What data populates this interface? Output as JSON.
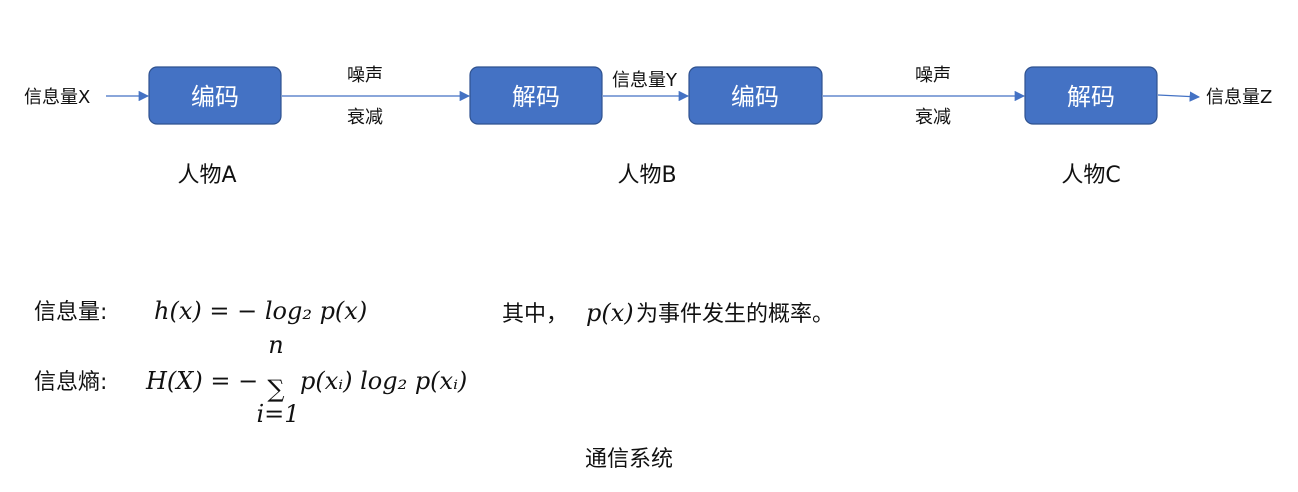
{
  "nodes": {
    "encode_a": "编码",
    "decode_b": "解码",
    "encode_b": "编码",
    "decode_c": "解码"
  },
  "signals": {
    "input_x": "信息量X",
    "mid_y": "信息量Y",
    "output_z": "信息量Z"
  },
  "channels": [
    {
      "noise": "噪声",
      "attenuation": "衰减"
    },
    {
      "noise": "噪声",
      "attenuation": "衰减"
    }
  ],
  "persons": [
    "人物A",
    "人物B",
    "人物C"
  ],
  "formulas": {
    "info_label": "信息量:",
    "info_lhs": "h(x) = − log₂ p(x)",
    "entropy_label": "信息熵:",
    "entropy_lhs": "H(X) = −",
    "entropy_sum_top": "n",
    "entropy_sum_symbol": "∑",
    "entropy_sum_bottom": "i=1",
    "entropy_rhs": "p(xᵢ) log₂ p(xᵢ)",
    "note_prefix": "其中，",
    "note_math": "p(x)",
    "note_suffix": "为事件发生的概率。"
  },
  "caption": "通信系统",
  "colors": {
    "box_fill": "#4472c4",
    "box_stroke": "#2f528f",
    "arrow": "#4472c4"
  }
}
